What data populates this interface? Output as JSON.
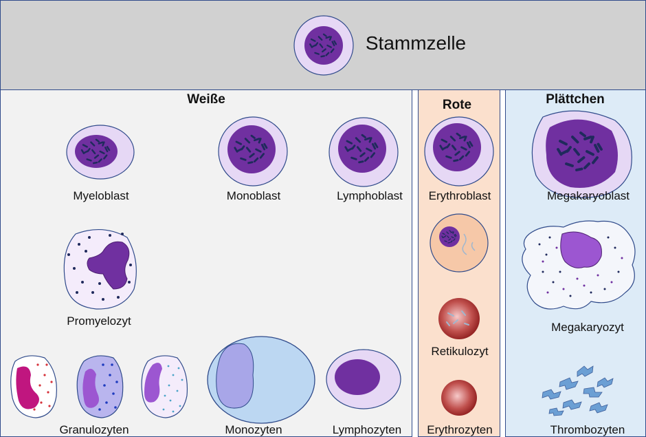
{
  "colors": {
    "top_band": "#d1d1d1",
    "white_panel": "#f2f2f2",
    "red_panel": "#fbe0cd",
    "platelet_panel": "#ddebf7",
    "border": "#2f4a8a",
    "nucleus": "#7030a0",
    "cytoplasm": "#e6d8f5",
    "chromatin": "#1f2a5c"
  },
  "stem": {
    "label": "Stammzelle"
  },
  "sections": {
    "white": "Weiße",
    "red": "Rote",
    "platelets": "Plättchen"
  },
  "labels": {
    "myeloblast": "Myeloblast",
    "monoblast": "Monoblast",
    "lymphoblast": "Lymphoblast",
    "erythroblast": "Erythroblast",
    "megakaryoblast": "Megakaryoblast",
    "promyelozyt": "Promyelozyt",
    "megakaryozyt": "Megakaryozyt",
    "retikulozyt": "Retikulozyt",
    "granulozyten": "Granulozyten",
    "monozyten": "Monozyten",
    "lymphozyten": "Lymphozyten",
    "erythrozyten": "Erythrozyten",
    "thrombozyten": "Thrombozyten"
  },
  "icons": [
    "stem-cell-icon",
    "myeloblast-icon",
    "monoblast-icon",
    "lymphoblast-icon",
    "erythroblast-icon",
    "megakaryoblast-icon",
    "promyelocyte-icon",
    "megakaryocyte-icon",
    "reticulocyte-icon",
    "granulocyte-icons",
    "monocyte-icon",
    "lymphocyte-icon",
    "erythrocyte-icon",
    "thrombocyte-icons"
  ]
}
